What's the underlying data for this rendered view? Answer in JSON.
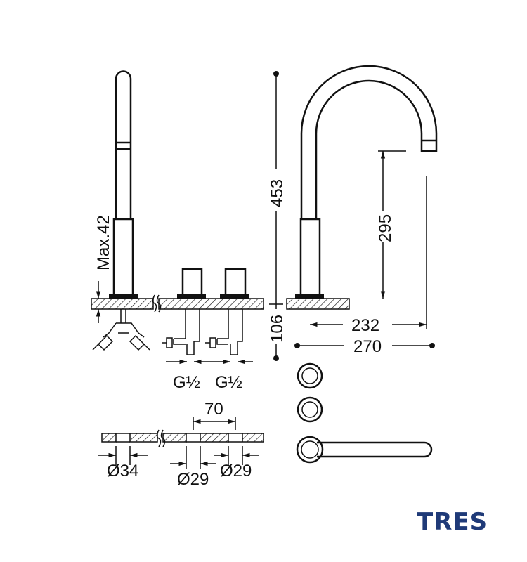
{
  "title": "TRES three-hole basin mixer technical drawing",
  "dimensions": {
    "max_thickness": "Max.42",
    "total_height": "453",
    "below_counter": "106",
    "spout_height": "295",
    "spout_reach": "232",
    "overall_width": "270",
    "thread_left": "G½",
    "thread_right": "G½",
    "handle_spacing": "70",
    "hole_spout": "Ø34",
    "hole_left": "Ø29",
    "hole_right": "Ø29"
  },
  "logo": {
    "text": "TRES",
    "color": "#1f3a78"
  }
}
